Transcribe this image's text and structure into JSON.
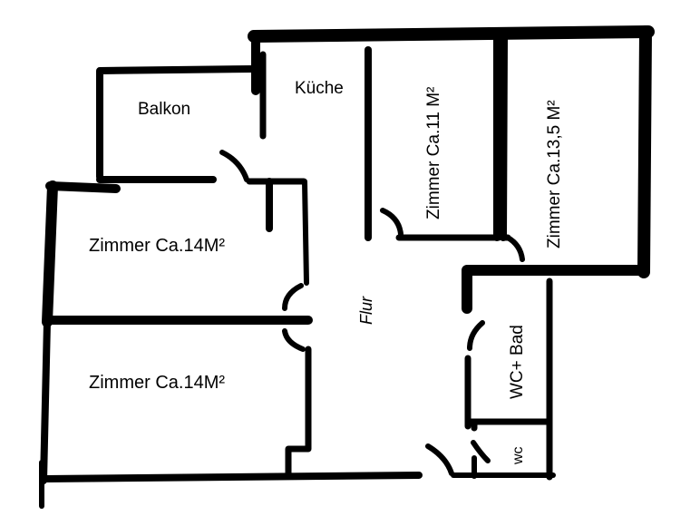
{
  "floorplan": {
    "rooms": {
      "balkon": "Balkon",
      "kueche": "Küche",
      "zimmer_11": "Zimmer Ca.11 M²",
      "zimmer_13_5": "Zimmer Ca.13,5 M²",
      "zimmer_14_top": "Zimmer Ca.14M²",
      "zimmer_14_bottom": "Zimmer Ca.14M²",
      "flur": "Flur",
      "wc_bad": "WC+ Bad",
      "wc": "wc"
    },
    "colors": {
      "wall": "#000000",
      "background": "#ffffff"
    }
  }
}
